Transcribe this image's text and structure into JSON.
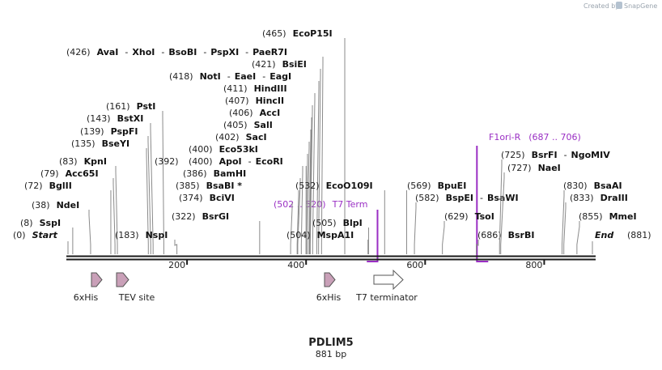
{
  "branding": {
    "created_by": "Created by",
    "brand": "SnapGene"
  },
  "map": {
    "title": "PDLIM5",
    "length_label": "881 bp",
    "length": 881,
    "backbone_color": "#1a1a1a",
    "tick_labels": [
      "200",
      "400",
      "600",
      "800"
    ]
  },
  "sites": [
    {
      "pos": "(0)",
      "names": [
        "Start"
      ],
      "at": 0,
      "style": "end"
    },
    {
      "pos": "(8)",
      "names": [
        "SspI"
      ],
      "at": 8
    },
    {
      "pos": "(38)",
      "names": [
        "NdeI"
      ],
      "at": 38
    },
    {
      "pos": "(72)",
      "names": [
        "BglII"
      ],
      "at": 72
    },
    {
      "pos": "(79)",
      "names": [
        "Acc65I"
      ],
      "at": 79
    },
    {
      "pos": "(83)",
      "names": [
        "KpnI"
      ],
      "at": 83
    },
    {
      "pos": "(135)",
      "names": [
        "BseYI"
      ],
      "at": 135
    },
    {
      "pos": "(139)",
      "names": [
        "PspFI"
      ],
      "at": 139
    },
    {
      "pos": "(143)",
      "names": [
        "BstXI"
      ],
      "at": 143
    },
    {
      "pos": "(161)",
      "names": [
        "PstI"
      ],
      "at": 161
    },
    {
      "pos": "(183)",
      "names": [
        "NspI"
      ],
      "at": 183
    },
    {
      "pos": "(322)",
      "names": [
        "BsrGI"
      ],
      "at": 322
    },
    {
      "pos": "(374)",
      "names": [
        "BciVI"
      ],
      "at": 374
    },
    {
      "pos": "(385)",
      "names": [
        "BsaBI *"
      ],
      "at": 385
    },
    {
      "pos": "(386)",
      "names": [
        "BamHI"
      ],
      "at": 386
    },
    {
      "pos": "(392)",
      "names": [],
      "at": 392
    },
    {
      "pos": "(400)",
      "names": [
        "ApoI",
        "EcoRI"
      ],
      "at": 400
    },
    {
      "pos": "(400)",
      "names": [
        "Eco53kI"
      ],
      "at": 400
    },
    {
      "pos": "(402)",
      "names": [
        "SacI"
      ],
      "at": 402
    },
    {
      "pos": "(405)",
      "names": [
        "SalI"
      ],
      "at": 405
    },
    {
      "pos": "(406)",
      "names": [
        "AccI"
      ],
      "at": 406
    },
    {
      "pos": "(407)",
      "names": [
        "HincII"
      ],
      "at": 407
    },
    {
      "pos": "(411)",
      "names": [
        "HindIII"
      ],
      "at": 411
    },
    {
      "pos": "(418)",
      "names": [
        "NotI",
        "EaeI",
        "EagI"
      ],
      "at": 418
    },
    {
      "pos": "(421)",
      "names": [
        "BsiEI"
      ],
      "at": 421
    },
    {
      "pos": "(426)",
      "names": [
        "AvaI",
        "XhoI",
        "BsoBI",
        "PspXI",
        "PaeR7I"
      ],
      "at": 426
    },
    {
      "pos": "(465)",
      "names": [
        "EcoP15I"
      ],
      "at": 465
    },
    {
      "pos": "(504)",
      "names": [
        "MspA1I"
      ],
      "at": 504
    },
    {
      "pos": "(505)",
      "names": [
        "BlpI"
      ],
      "at": 505
    },
    {
      "pos": "(532)",
      "names": [
        "EcoO109I"
      ],
      "at": 532
    },
    {
      "pos": "(569)",
      "names": [
        "BpuEI"
      ],
      "at": 569
    },
    {
      "pos": "(582)",
      "names": [
        "BspEI",
        "BsaWI"
      ],
      "at": 582
    },
    {
      "pos": "(629)",
      "names": [
        "TsoI"
      ],
      "at": 629
    },
    {
      "pos": "(686)",
      "names": [
        "BsrBI"
      ],
      "at": 686
    },
    {
      "pos": "(725)",
      "names": [
        "BsrFI",
        "NgoMIV"
      ],
      "at": 725
    },
    {
      "pos": "(727)",
      "names": [
        "NaeI"
      ],
      "at": 727
    },
    {
      "pos": "(830)",
      "names": [
        "BsaAI"
      ],
      "at": 830
    },
    {
      "pos": "(833)",
      "names": [
        "DraIII"
      ],
      "at": 833
    },
    {
      "pos": "(855)",
      "names": [
        "MmeI"
      ],
      "at": 855
    },
    {
      "pos": "(881)",
      "names": [
        "End"
      ],
      "at": 881,
      "style": "end"
    }
  ],
  "primers": [
    {
      "name": "T7 Term",
      "range": "(502 .. 520)",
      "start": 502,
      "end": 520,
      "color": "#9a2fc4"
    },
    {
      "name": "F1ori-R",
      "range": "(687 .. 706)",
      "start": 687,
      "end": 706,
      "color": "#9a2fc4"
    }
  ],
  "features": [
    {
      "name": "6xHis",
      "start": 33,
      "end": 51,
      "shape": "arrow",
      "color": "#c9a0b8"
    },
    {
      "name": "TEV site",
      "start": 63,
      "end": 83,
      "shape": "arrow",
      "color": "#c9a0b8"
    },
    {
      "name": "6xHis",
      "start": 419,
      "end": 437,
      "shape": "arrow",
      "color": "#c9a0b8"
    },
    {
      "name": "T7 terminator",
      "start": 501,
      "end": 548,
      "shape": "arrow",
      "color": "#ffffff"
    }
  ]
}
